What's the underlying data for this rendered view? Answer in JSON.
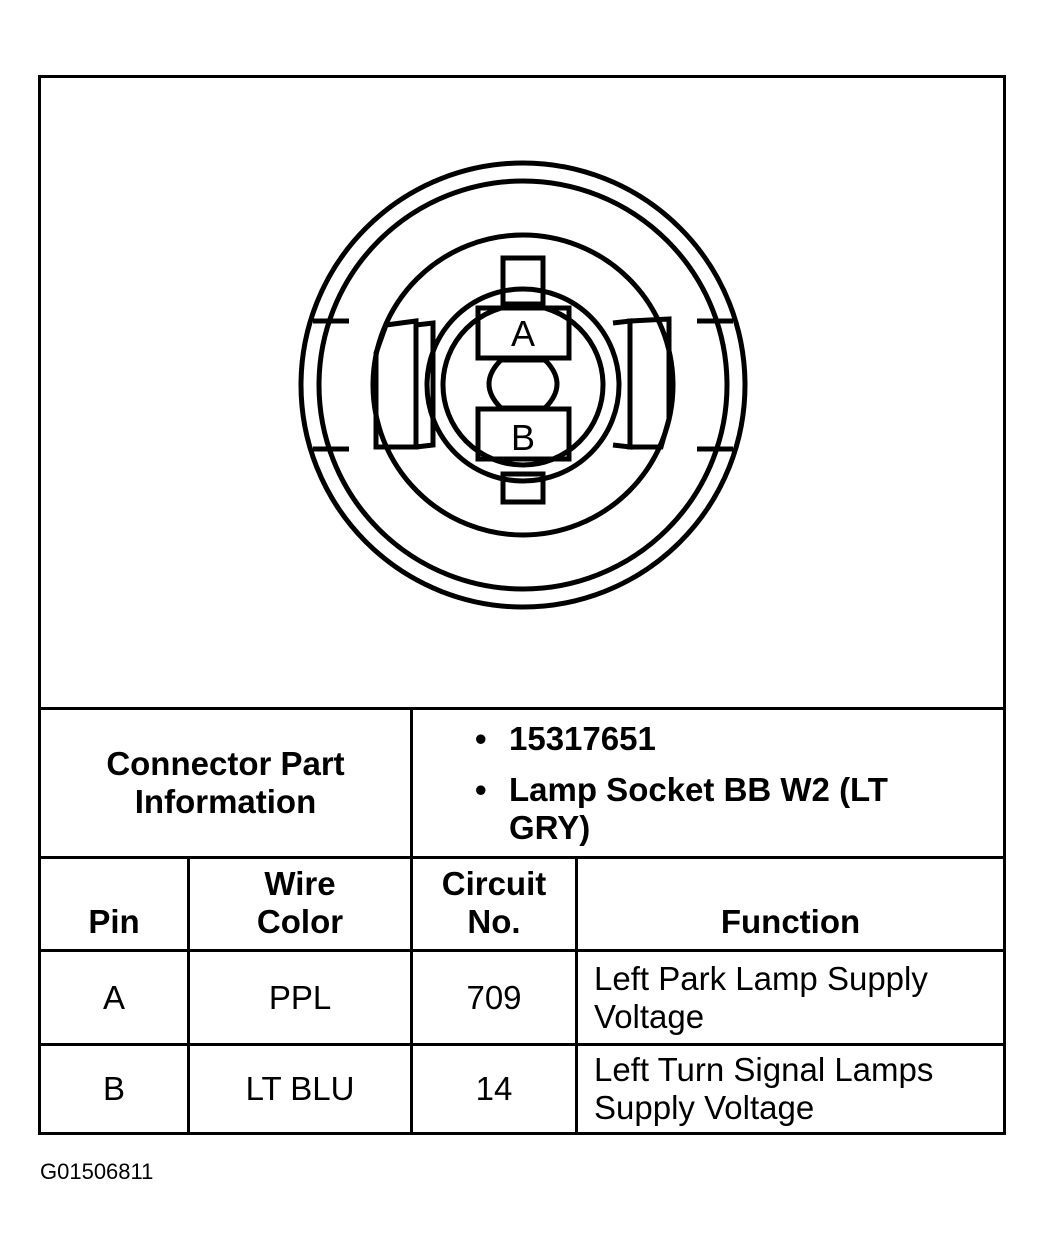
{
  "diagram": {
    "pin_a_label": "A",
    "pin_b_label": "B"
  },
  "connector_info": {
    "label": "Connector Part Information",
    "items": [
      "15317651",
      "Lamp Socket BB W2 (LT GRY)"
    ]
  },
  "table": {
    "headers": {
      "pin": "Pin",
      "wire_color": "Wire Color",
      "circuit_no": "Circuit No.",
      "function": "Function"
    },
    "rows": [
      {
        "pin": "A",
        "wire_color": "PPL",
        "circuit_no": "709",
        "function": "Left Park Lamp Supply Voltage"
      },
      {
        "pin": "B",
        "wire_color": "LT BLU",
        "circuit_no": "14",
        "function": "Left Turn Signal Lamps Supply Voltage"
      }
    ]
  },
  "figure_id": "G01506811"
}
